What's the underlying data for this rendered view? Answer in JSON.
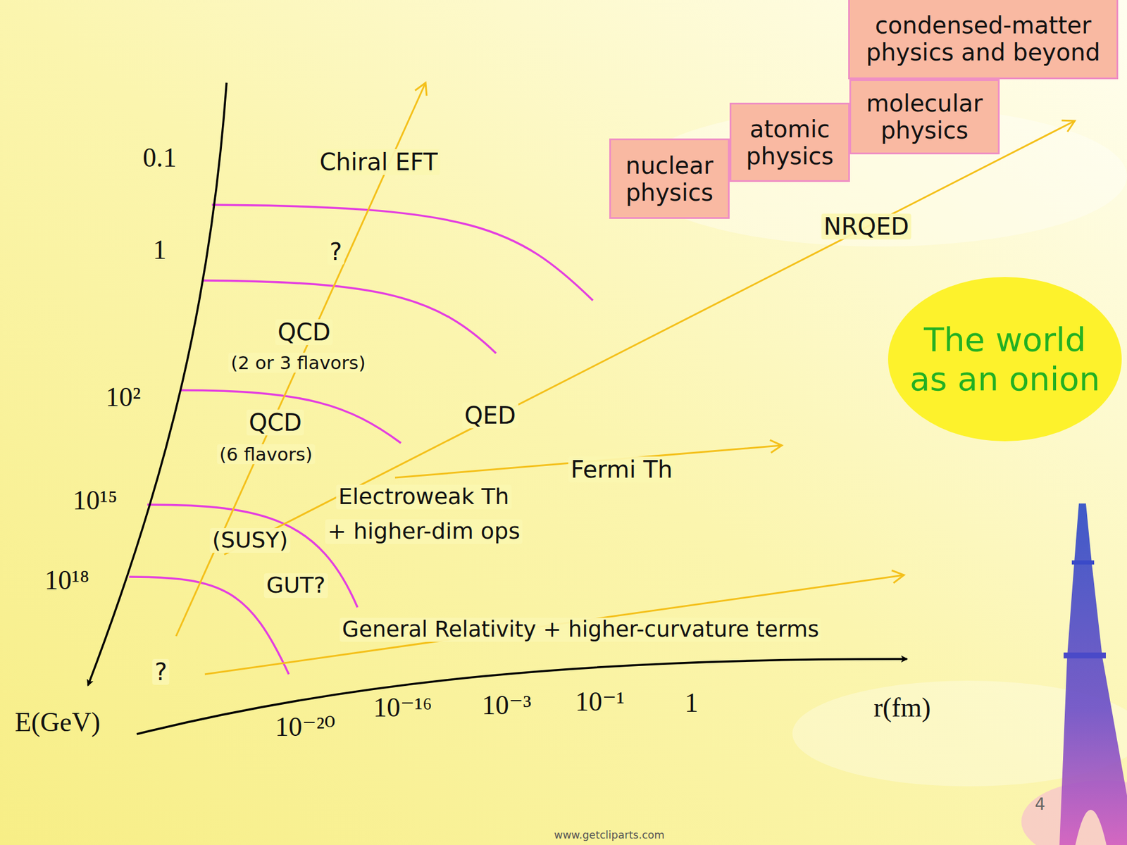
{
  "diagram": {
    "nodes": [
      {
        "text": [
          "nuclear physics"
        ]
      },
      {
        "text": [
          "atomic physics"
        ]
      },
      {
        "text": [
          "molecular physics"
        ]
      },
      {
        "text": [
          "condensed-matter physics and beyond"
        ]
      },
      {
        "text": [
          "The world as an onion"
        ]
      }
    ],
    "labels": [
      "0.1",
      "Chiral EFT",
      "1",
      "?",
      "NRQED",
      "QCD",
      "(2 or 3 flavors)",
      "10²",
      "QCD",
      "QED",
      "(6 flavors)",
      "Fermi Th",
      "10¹⁵",
      "Electroweak Th",
      "+ higher-dim ops",
      "(SUSY)",
      "10¹⁸",
      "GUT?",
      "General Relativity + higher-curvature terms",
      "?",
      "E(GeV)",
      "10⁻²⁰",
      "10⁻¹⁶",
      "10⁻³",
      "10⁻¹",
      "1",
      "r(fm)",
      "4",
      "www.getcliparts.com"
    ]
  }
}
